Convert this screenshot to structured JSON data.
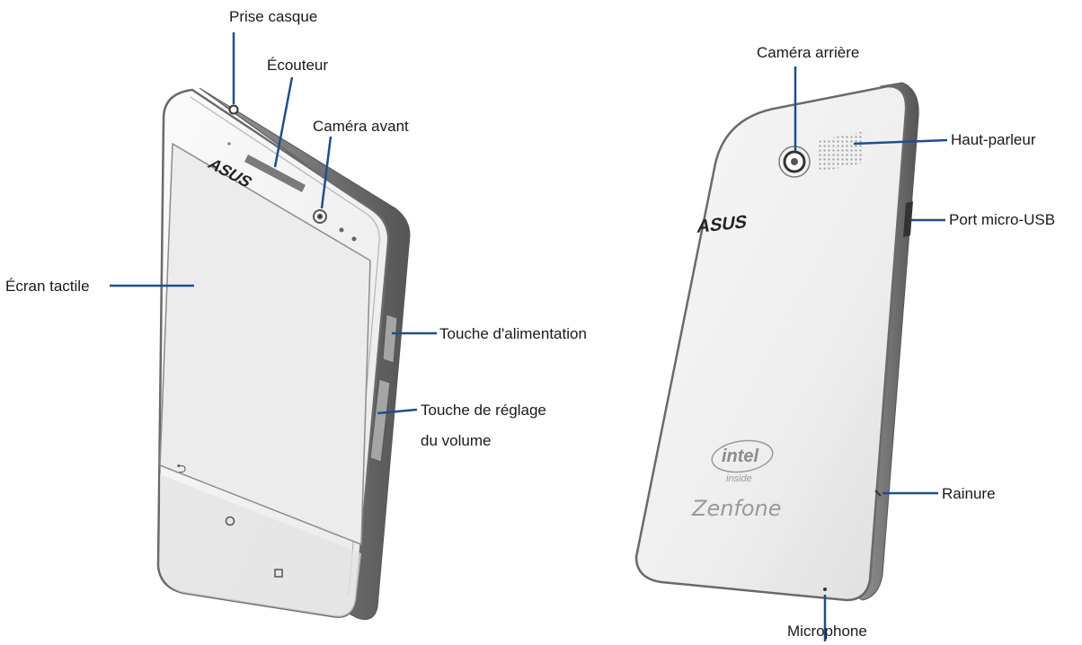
{
  "front_labels": {
    "headphone_jack": "Prise casque",
    "earpiece": "Écouteur",
    "front_camera": "Caméra avant",
    "touchscreen": "Écran tactile",
    "power_key": "Touche d'alimentation",
    "volume_key_line1": "Touche de réglage",
    "volume_key_line2": "du volume"
  },
  "back_labels": {
    "rear_camera": "Caméra arrière",
    "speaker": "Haut-parleur",
    "usb_port": "Port micro-USB",
    "groove": "Rainure",
    "microphone": "Microphone"
  },
  "branding": {
    "front_logo": "ASUS",
    "back_logo": "ASUS",
    "intel": "intel",
    "inside": "inside",
    "zenfone": "Zenfone"
  },
  "colors": {
    "leader_line": "#1f4e8c",
    "phone_body": "#f4f4f4",
    "phone_frame": "#8a8a8a",
    "screen": "#ededed"
  }
}
